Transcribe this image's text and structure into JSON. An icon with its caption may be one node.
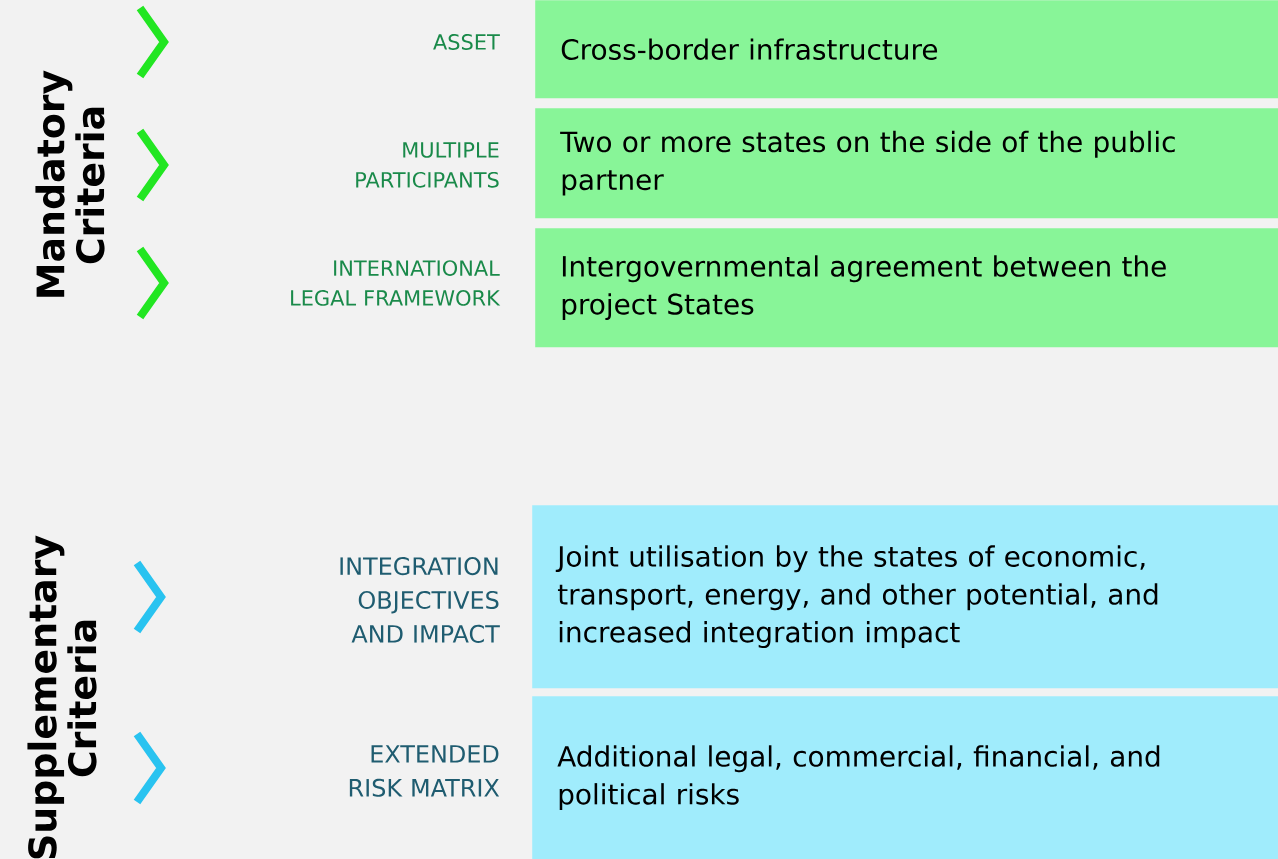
{
  "diagram": {
    "nodes": [
      {
        "text": [
          "Cross-border infrastructure"
        ],
        "beside": [
          "ASSET"
        ]
      },
      {
        "text": [
          "Two or more states on the side of the public partner"
        ],
        "beside": [
          "MULTIPLE PARTICIPANTS"
        ]
      },
      {
        "text": [
          "Intergovernmental agreement between the project States"
        ],
        "beside": [
          "INTERNATIONAL LEGAL FRAMEWORK"
        ]
      },
      {
        "text": [
          "Joint utilisation by the states of economic, transport, energy, and other potential, and increased integration impact"
        ],
        "beside": [
          "INTEGRATION OBJECTIVES AND IMPACT"
        ]
      },
      {
        "text": [
          "Additional legal, commercial, financial, and political risks"
        ],
        "beside": [
          "EXTENDED RISK MATRIX"
        ]
      }
    ],
    "labels": [
      "Mandatory Criteria",
      "Supplementary Criteria"
    ]
  }
}
